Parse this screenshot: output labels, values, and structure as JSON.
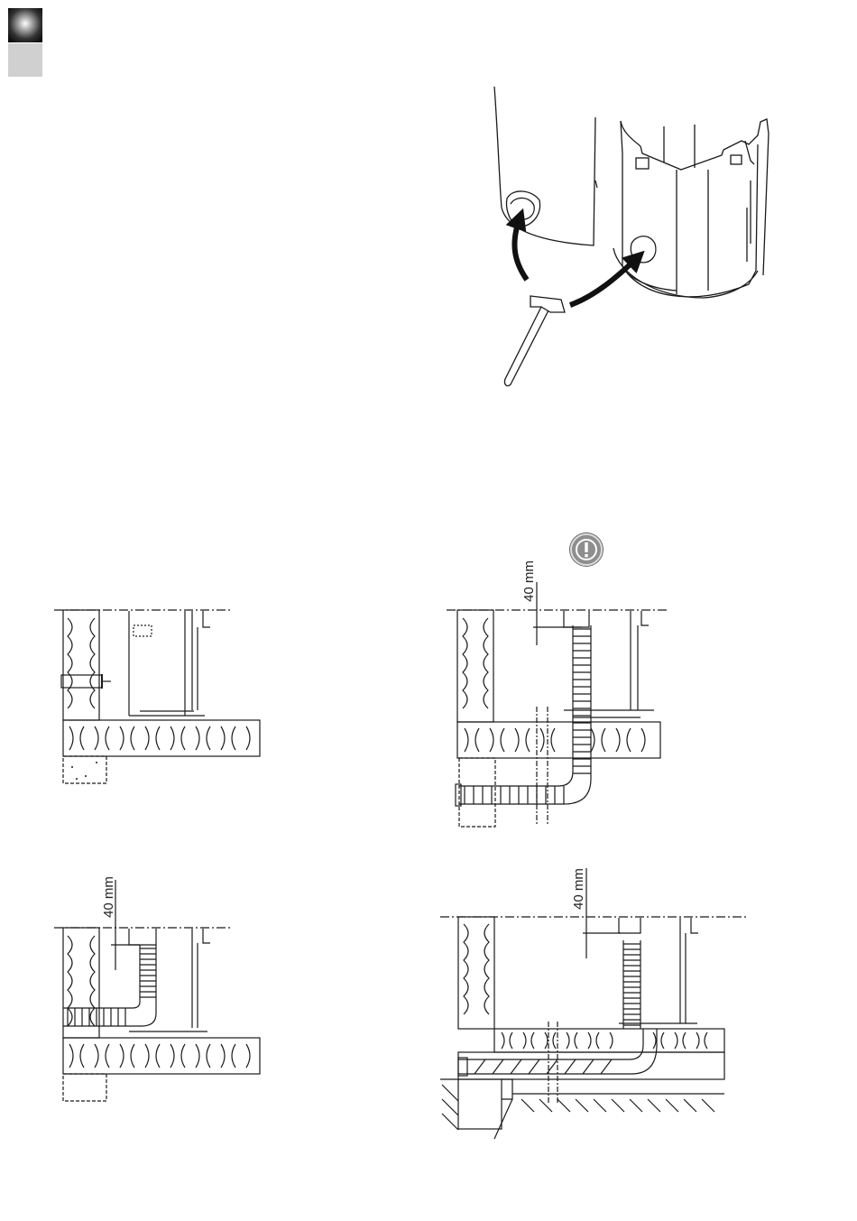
{
  "page": {
    "colors": {
      "line": "#1a1a1a",
      "tab_dark": "#111111",
      "tab_light": "#d0d0d0",
      "concrete": "#ffffff"
    }
  },
  "side_tab": {
    "icons": [
      "orb-icon",
      "grey-square"
    ]
  },
  "figure_top": {
    "icons": [
      "hammer-icon",
      "arrow-icon",
      "arrow-icon"
    ]
  },
  "warning": {
    "icon": "exclamation-icon"
  },
  "figures": {
    "b": {
      "dimension": "40 mm"
    },
    "c": {
      "dimension": "40 mm"
    },
    "d": {
      "dimension": "40 mm"
    }
  }
}
